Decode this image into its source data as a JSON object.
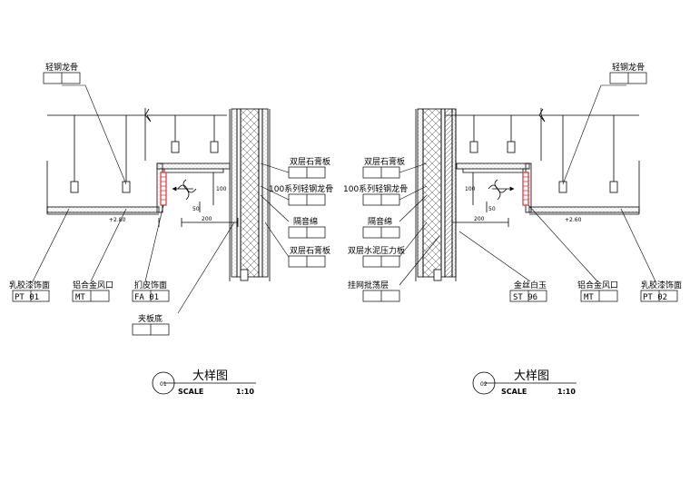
{
  "detail1": {
    "labels": {
      "light_keel": "轻钢龙骨",
      "double_gypsum": "双层石膏板",
      "keel_100": "100系列轻钢龙骨",
      "sound_insulation": "隔音绵",
      "double_gypsum_2": "双层石膏板",
      "latex_paint": "乳胶漆饰面",
      "air_vent": "铝合金风口",
      "wood_veneer": "扪皮饰面",
      "plywood_base": "夹板底"
    },
    "codes": {
      "latex_paint": "PT 01",
      "air_vent": "MT",
      "wood_veneer": "FA 01"
    },
    "dims": {
      "level": "+2.80",
      "d1": "100",
      "d2": "50",
      "d3": "200"
    },
    "title": {
      "number": "01",
      "name": "大样图",
      "scale_label": "SCALE",
      "scale_value": "1:10"
    }
  },
  "detail2": {
    "labels": {
      "light_keel": "轻钢龙骨",
      "double_gypsum": "双层石膏板",
      "keel_100": "100系列轻钢龙骨",
      "sound_insulation": "隔音绵",
      "cement_board": "双层水泥压力板",
      "mesh_plaster": "挂网批荡层",
      "gold_jade": "金丝白玉",
      "air_vent": "铝合金风口",
      "latex_paint": "乳胶漆饰面"
    },
    "codes": {
      "gold_jade": "ST 96",
      "air_vent": "MT",
      "latex_paint": "PT 02"
    },
    "dims": {
      "level": "+2.60",
      "d1": "100",
      "d2": "50",
      "d3": "200"
    },
    "title": {
      "number": "02",
      "name": "大样图",
      "scale_label": "SCALE",
      "scale_value": "1:10"
    }
  },
  "colors": {
    "line": "#000000",
    "vent_red": "#e0303a",
    "hatch": "#555555"
  }
}
